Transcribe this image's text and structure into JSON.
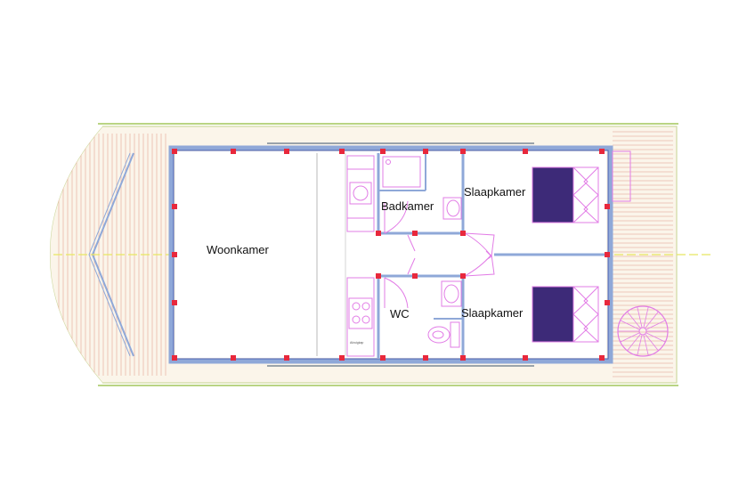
{
  "rooms": {
    "woonkamer": "Woonkamer",
    "badkamer": "Badkamer",
    "slaapkamer_top": "Slaapkamer",
    "wc": "WC",
    "slaapkamer_bottom": "Slaapkamer"
  },
  "annotations": {
    "kitchen_note": "Afzuigkap"
  },
  "colors": {
    "deck_fill": "#fbf5ea",
    "deck_outline": "#cfd9a0",
    "deck_planks": "#e9b9a8",
    "hull_stripe": "#b9d483",
    "wall": "#8fa8d8",
    "wall_core": "#4a5fb0",
    "fixture": "#e27ce6",
    "marker": "#e8283c",
    "centerline": "#e8e860",
    "bed": "#3d2a78"
  },
  "icons": {
    "bed": "bed-icon",
    "sink": "sink-icon",
    "toilet": "toilet-icon",
    "stove": "stove-icon",
    "shower": "shower-icon",
    "stair": "spiral-stair-icon"
  }
}
